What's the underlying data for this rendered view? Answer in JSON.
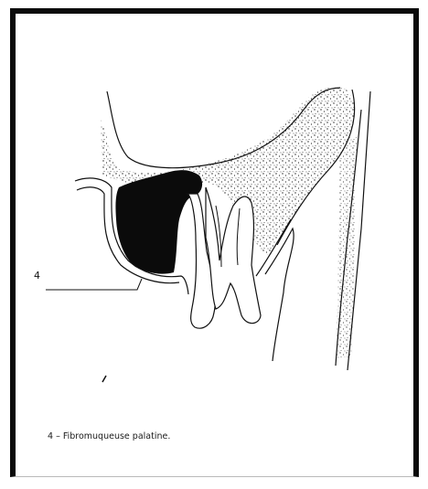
{
  "figure": {
    "callout_number": "4",
    "caption": "4 – Fibromuqueuse palatine."
  },
  "icons": {
    "illustration": "dental-anatomy-cross-section"
  },
  "colors": {
    "ink": "#111111",
    "background": "#ffffff"
  }
}
